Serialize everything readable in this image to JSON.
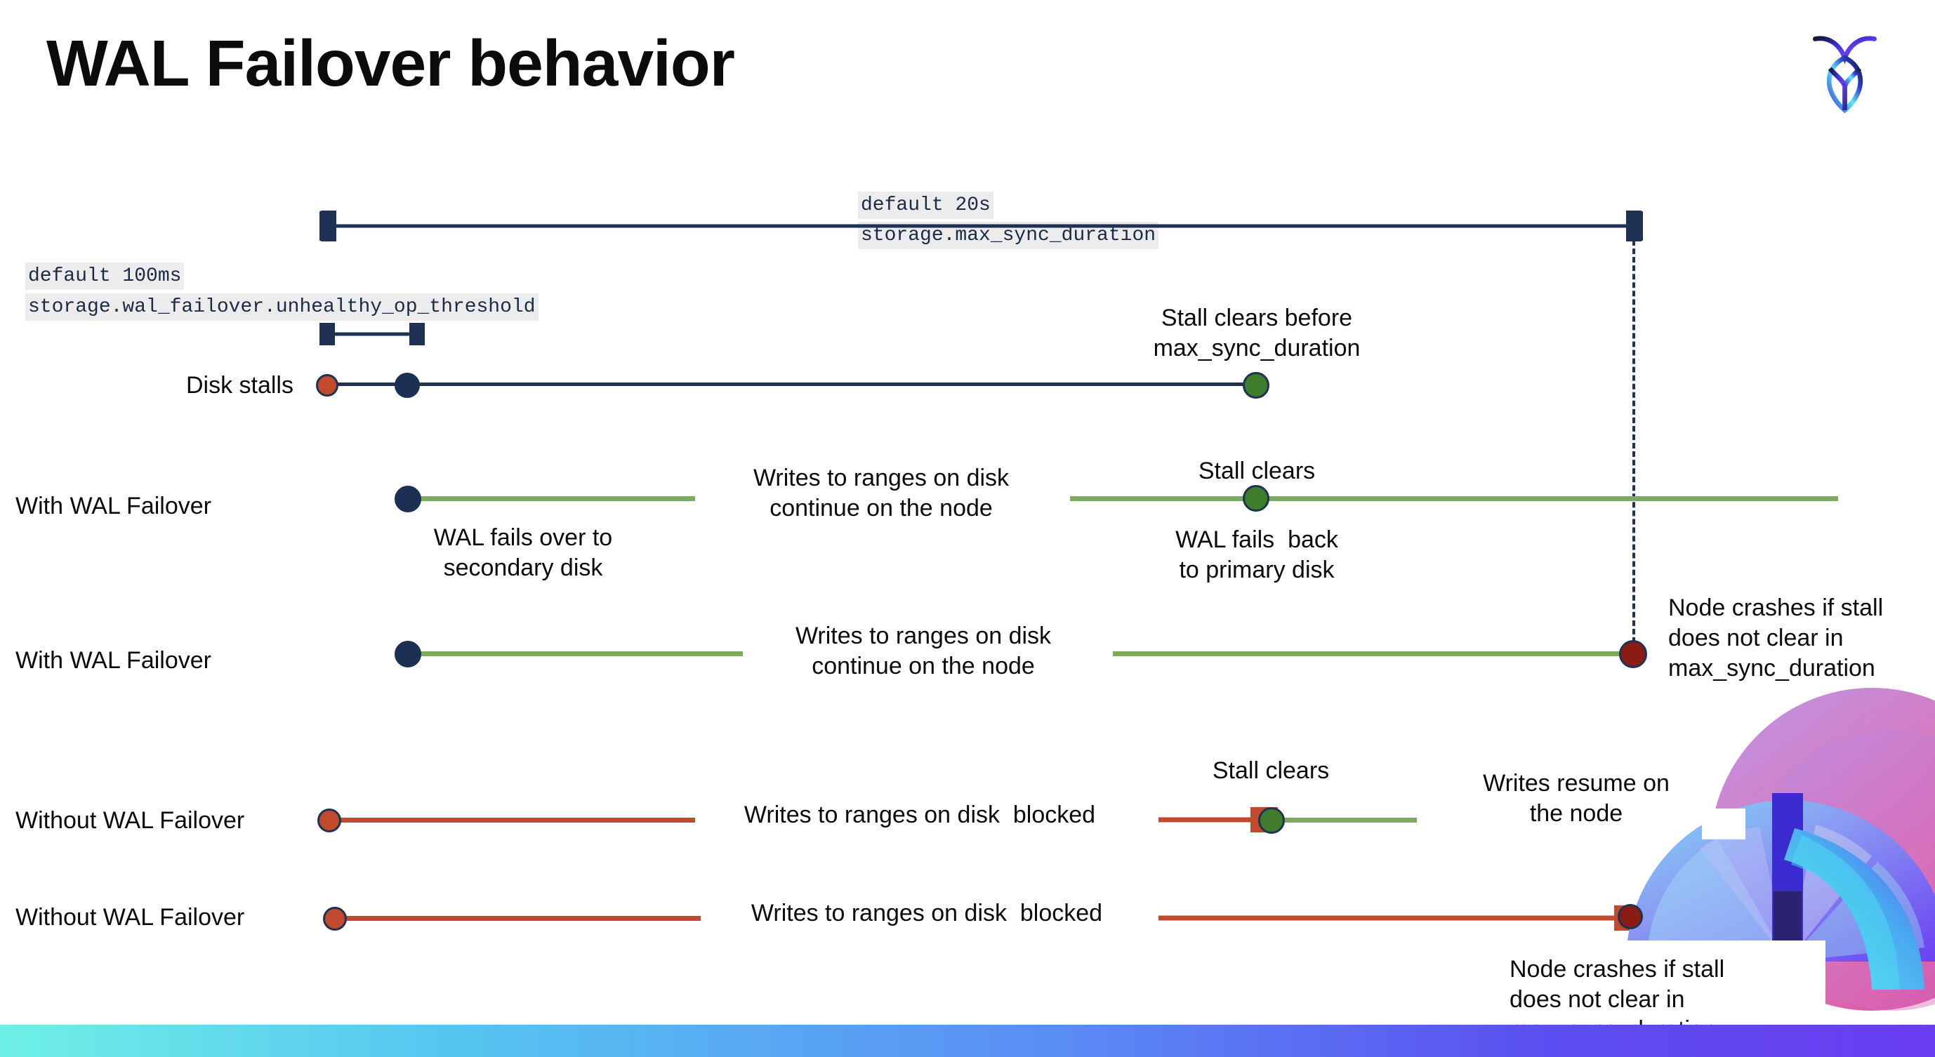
{
  "slide": {
    "title": "WAL Failover behavior",
    "logo_name": "cockroachdb-logo"
  },
  "callouts": {
    "top": {
      "line1": "default 20s",
      "line2": "storage.max_sync_duration"
    },
    "left": {
      "line1": "default 100ms",
      "line2": "storage.wal_failover.unhealthy_op_threshold"
    }
  },
  "rows": [
    {
      "id": "disk-stalls",
      "label": "Disk stalls",
      "annotation": "Stall clears before\nmax_sync_duration"
    },
    {
      "id": "with-wal-failover-clears",
      "label": "With WAL Failover",
      "mid_note": "Writes to ranges on disk\ncontinue on the node",
      "below_note": "WAL fails over to\nsecondary disk",
      "clear_note": "Stall clears",
      "after_note": "WAL fails  back\nto primary disk"
    },
    {
      "id": "with-wal-failover-crash",
      "label": "With WAL Failover",
      "mid_note": "Writes to ranges on disk\ncontinue on the node",
      "crash_note": "Node crashes if stall\ndoes not clear in\nmax_sync_duration"
    },
    {
      "id": "without-wal-failover-clears",
      "label": "Without WAL Failover",
      "mid_note": "Writes to ranges on disk  blocked",
      "clear_note": "Stall clears",
      "after_note": "Writes resume on\nthe node"
    },
    {
      "id": "without-wal-failover-crash",
      "label": "Without WAL Failover",
      "mid_note": "Writes to ranges on disk  blocked",
      "crash_note": "Node crashes if stall\ndoes not clear in\nmax_sync_duration"
    }
  ],
  "colors": {
    "navy": "#1f3255",
    "green_line": "#7cab5c",
    "green_dot": "#3f7c2c",
    "red_line": "#c0492e",
    "orange_dot": "#c0492e",
    "dark_red_dot": "#8a1c14",
    "code_bg": "#ececec",
    "text": "#0b0b0b"
  }
}
